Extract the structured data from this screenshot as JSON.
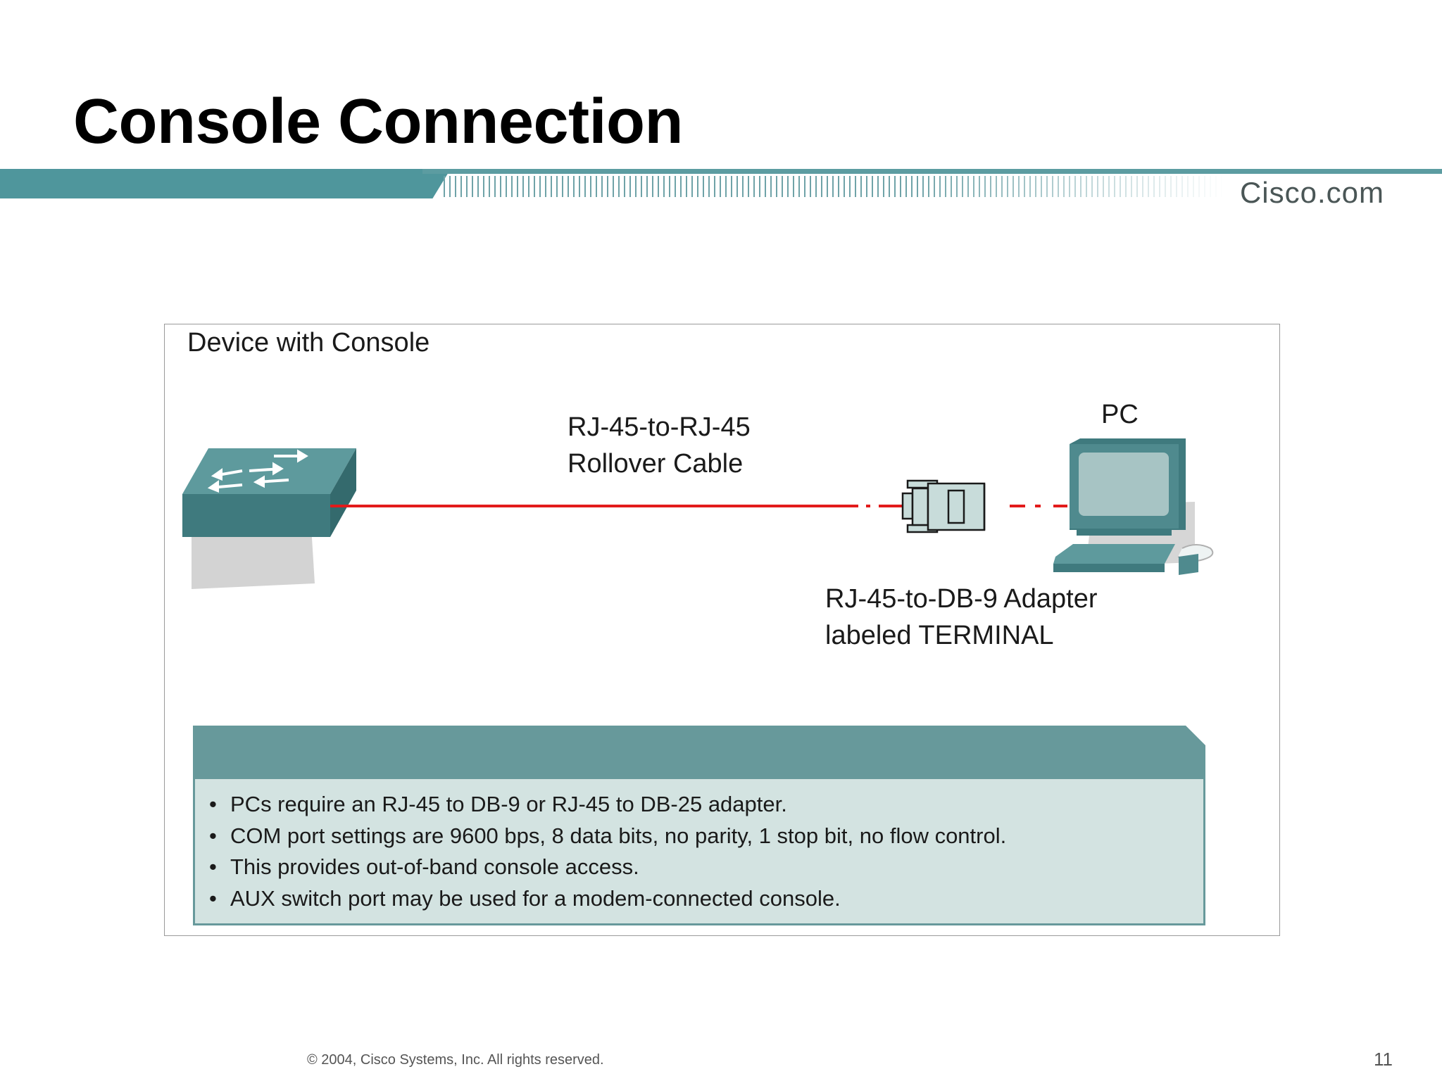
{
  "slide": {
    "title": "Console Connection",
    "brand": "Cisco.com",
    "page_number": "11",
    "copyright": "© 2004, Cisco Systems, Inc. All rights reserved."
  },
  "diagram": {
    "device_label": "Device with Console",
    "cable_label_line1": "RJ-45-to-RJ-45",
    "cable_label_line2": "Rollover Cable",
    "pc_label": "PC",
    "adapter_label_line1": "RJ-45-to-DB-9 Adapter",
    "adapter_label_line2": "labeled TERMINAL",
    "colors": {
      "device_teal": "#4f8a8e",
      "cable_red": "#e21b1b",
      "adapter_fill": "#c8dcda"
    }
  },
  "info_box": {
    "bullets": [
      "PCs require an RJ-45 to DB-9 or RJ-45 to DB-25 adapter.",
      "COM port settings are 9600 bps, 8 data bits, no parity, 1 stop bit, no flow control.",
      "This provides out-of-band console access.",
      "AUX switch port may be used for a modem-connected console."
    ]
  }
}
